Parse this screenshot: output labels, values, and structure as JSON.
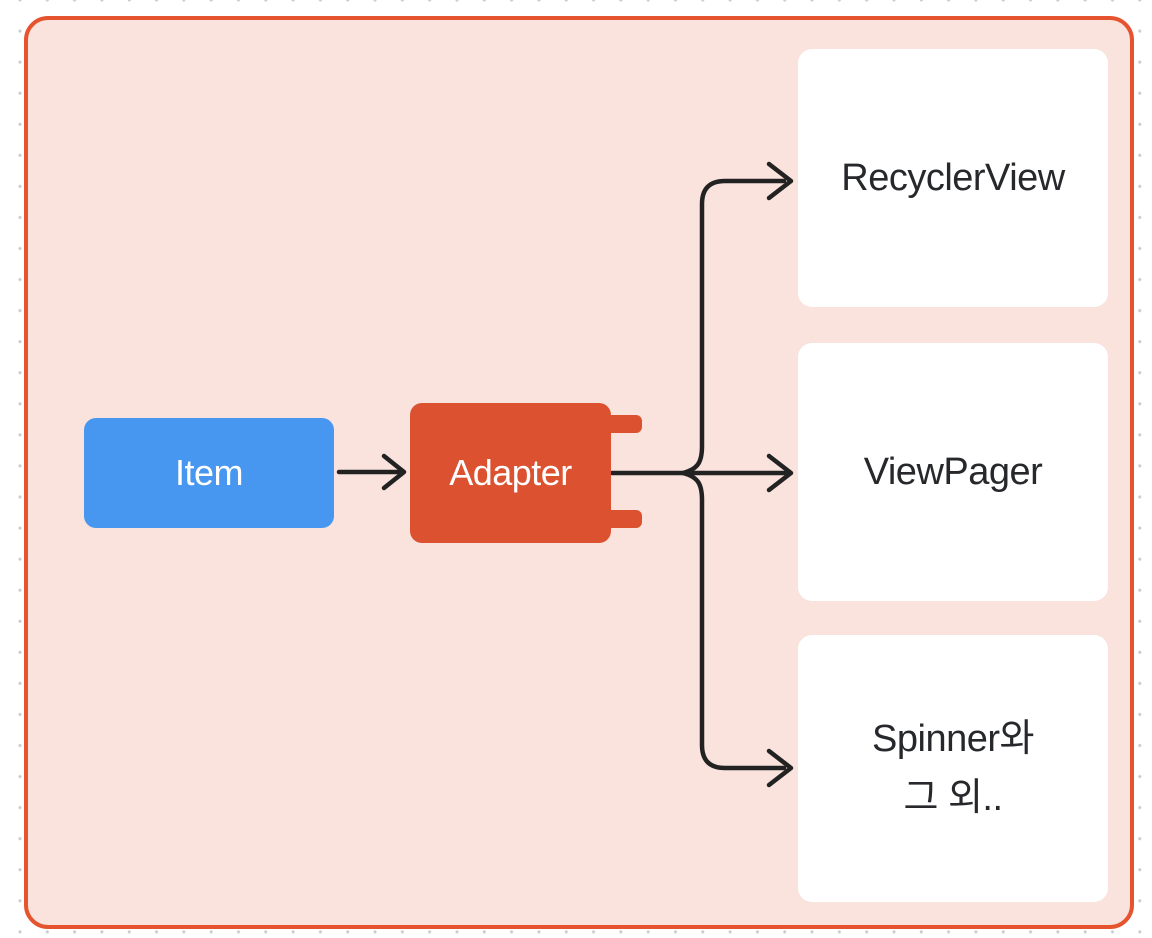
{
  "diagram": {
    "item": {
      "label": "Item",
      "fill": "#4797f0",
      "text_color": "#ffffff"
    },
    "adapter": {
      "label": "Adapter",
      "fill": "#dc5130",
      "text_color": "#ffffff"
    },
    "targets": [
      {
        "name": "recyclerview",
        "lines": [
          "RecyclerView"
        ]
      },
      {
        "name": "viewpager",
        "lines": [
          "ViewPager"
        ]
      },
      {
        "name": "spinner-etc",
        "lines": [
          "Spinner와",
          "그 외.."
        ]
      }
    ],
    "panel": {
      "fill": "#f9e3dc",
      "border_color": "#e5532f"
    },
    "arrow_color": "#222222",
    "target_text_color": "#26282b",
    "grid_dot_color": "#c9ccd1"
  }
}
